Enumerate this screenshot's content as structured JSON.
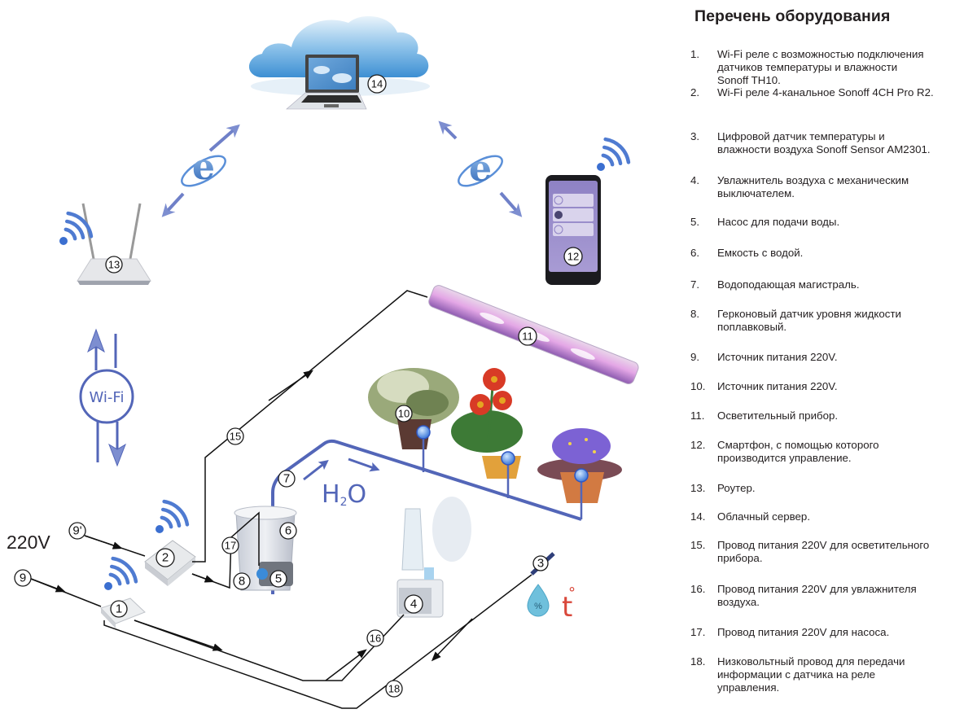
{
  "legend": {
    "title": "Перечень оборудования",
    "items": [
      {
        "num": "1.",
        "text": "Wi-Fi реле с возможностью подключения\nдатчиков температуры и влажности\nSonoff TH10."
      },
      {
        "num": "2.",
        "text": "Wi-Fi реле 4-канальное Sonoff 4CH Pro R2."
      },
      {
        "num": "3.",
        "text": "Цифровой датчик температуры и\nвлажности воздуха Sonoff Sensor AM2301."
      },
      {
        "num": "4.",
        "text": "Увлажнитель воздуха с механическим\nвыключателем."
      },
      {
        "num": "5.",
        "text": "Насос для подачи воды."
      },
      {
        "num": "6.",
        "text": "Емкость с водой."
      },
      {
        "num": "7.",
        "text": "Водоподающая магистраль."
      },
      {
        "num": "8.",
        "text": "Герконовый датчик уровня жидкости\nпоплавковый."
      },
      {
        "num": "9.",
        "text": "Источник питания 220V."
      },
      {
        "num": "10.",
        "text": "Источник питания 220V."
      },
      {
        "num": "11.",
        "text": "Осветительный прибор."
      },
      {
        "num": "12.",
        "text": "Смартфон, с помощью которого\nпроизводится управление."
      },
      {
        "num": "13.",
        "text": "Роутер."
      },
      {
        "num": "14.",
        "text": "Облачный сервер."
      },
      {
        "num": "15.",
        "text": "Провод питания 220V для осветительного\nприбора."
      },
      {
        "num": "16.",
        "text": "Провод питания 220V для увлажнителя\nвоздуха."
      },
      {
        "num": "17.",
        "text": "Провод питания 220V для насоса."
      },
      {
        "num": "18.",
        "text": "Низковольтный провод для передачи\nинформации с датчика на реле\nуправления."
      }
    ]
  },
  "diagram": {
    "voltage_label": "220V",
    "wifi_label": "Wi-Fi",
    "water_label_h": "H",
    "water_label_sub": "2",
    "water_label_o": "O",
    "sensor_percent": "%",
    "sensor_temp": "t",
    "sensor_degree": "°",
    "ie_glyph": "e",
    "callouts": {
      "c1": "1",
      "c2": "2",
      "c3": "3",
      "c4": "4",
      "c5": "5",
      "c6": "6",
      "c7": "7",
      "c8": "8",
      "c9": "9",
      "c9b": "9'",
      "c10": "10",
      "c11": "11",
      "c12": "12",
      "c13": "13",
      "c14": "14",
      "c15": "15",
      "c16": "16",
      "c17": "17",
      "c18": "18"
    }
  },
  "colors": {
    "pipe": "#5366b8",
    "network_arrow": "#6f80c8",
    "wifi_signal": "#4f7bd1",
    "grow_light": "#c79ad8",
    "temperature_mark": "#d9483b"
  }
}
